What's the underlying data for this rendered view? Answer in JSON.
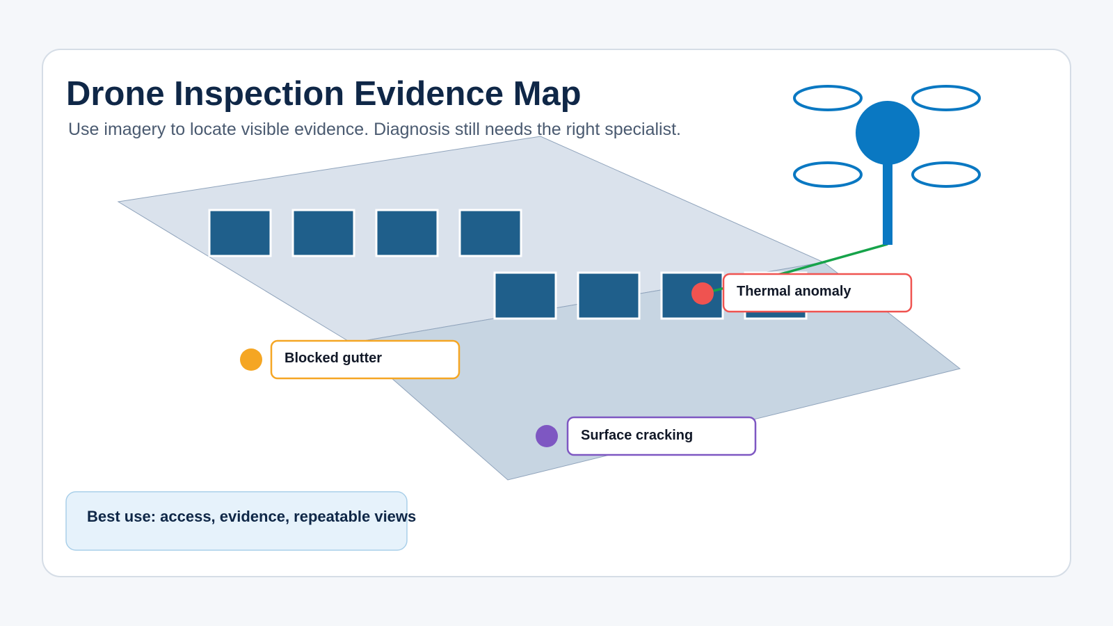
{
  "title": "Drone Inspection Evidence Map",
  "subtitle": "Use imagery to locate visible evidence. Diagnosis still needs the right specialist.",
  "colors": {
    "background": "#f5f7fa",
    "card_border": "#d5dde6",
    "title": "#0f2747",
    "subtitle": "#4a5a70",
    "roof_back": "#dae2ec",
    "roof_front": "#c7d5e2",
    "solar_panel": "#1f5f8b",
    "drone": "#0a78c2",
    "tether": "#16a34a",
    "thermal": "#ef5350",
    "gutter": "#f5a623",
    "cracking": "#7e57c2",
    "note_fill": "#e6f2fb",
    "note_border": "#a9cfe9"
  },
  "icons": {
    "drone": "drone-icon",
    "marker": "circle-marker"
  },
  "callouts": {
    "thermal": "Thermal anomaly",
    "gutter": "Blocked gutter",
    "cracking": "Surface cracking"
  },
  "note": "Best use: access, evidence, repeatable views"
}
